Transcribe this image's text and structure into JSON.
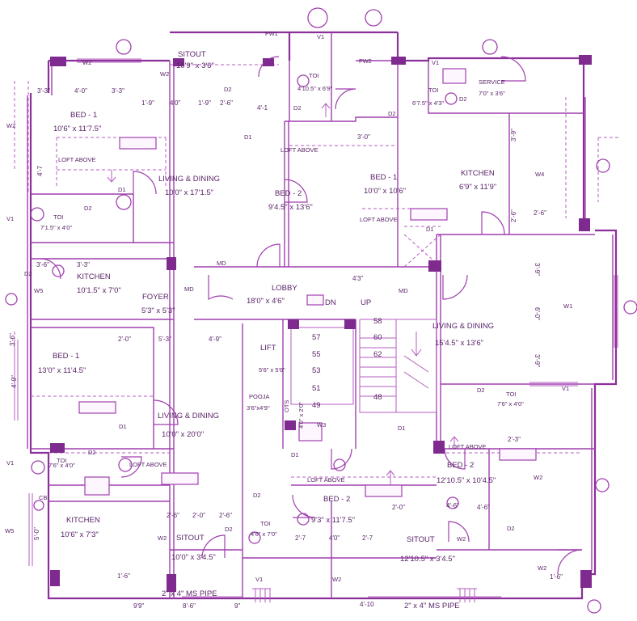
{
  "colors": {
    "line": "#8b2f9a",
    "text": "#5a2468",
    "background": "#ffffff"
  },
  "rooms": [
    {
      "name": "BED - 1",
      "size": "10'6\" x 11'7.5\""
    },
    {
      "name": "SITOUT",
      "size": "10'9\" x 3'6\""
    },
    {
      "name": "LIVING & DINING",
      "size": "10'0\" x 17'1.5\""
    },
    {
      "name": "BED - 2",
      "size": "9'4.5\" x 13'6\""
    },
    {
      "name": "TOI",
      "size": "4'10.5\" x 6'9\""
    },
    {
      "name": "TOI",
      "size": "6'7.5\" x 4'3\""
    },
    {
      "name": "SERVICE",
      "size": "7'0\" x 3'6\""
    },
    {
      "name": "BED - 1",
      "size": "10'0\" x 10'6\""
    },
    {
      "name": "KITCHEN",
      "size": "6'9\" x 11'9\""
    },
    {
      "name": "TOI",
      "size": "7'1.5\" x 4'0\""
    },
    {
      "name": "KITCHEN",
      "size": "10'1.5\" x 7'0\""
    },
    {
      "name": "FOYER",
      "size": "5'3\" x 5'3\""
    },
    {
      "name": "LOBBY",
      "size": "18'0\" x 4'6\""
    },
    {
      "name": "LIVING & DINING",
      "size": "15'4.5\" x 13'6\""
    },
    {
      "name": "BED - 1",
      "size": "13'0\" x 11'4.5\""
    },
    {
      "name": "LIFT",
      "size": "5'6\" x 5'6\""
    },
    {
      "name": "POOJA",
      "size": "3'6\"x4'9\""
    },
    {
      "name": "OTS",
      "size": "4'0\" x 2'0\""
    },
    {
      "name": "LIVING & DINING",
      "size": "10'0\" x 20'0\""
    },
    {
      "name": "TOI",
      "size": "7'6\" x 4'0\""
    },
    {
      "name": "TOI",
      "size": "7'6\" x 4'0\""
    },
    {
      "name": "BED - 2",
      "size": "12'10.5\" x 10'4.5\""
    },
    {
      "name": "KITCHEN",
      "size": "10'6\" x 7'3\""
    },
    {
      "name": "SITOUT",
      "size": "10'0\" x 3'4.5\""
    },
    {
      "name": "TOI",
      "size": "4'6\" x 7'0\""
    },
    {
      "name": "BED - 2",
      "size": "9'3\" x 11'7.5\""
    },
    {
      "name": "SITOUT",
      "size": "12'10.5\" x 3'4.5\""
    }
  ],
  "tags": {
    "w1": "W1",
    "w2": "W2",
    "w3": "W3",
    "w4": "W4",
    "w5": "W5",
    "v1": "V1",
    "d1": "D1",
    "d2": "D2",
    "md": "MD",
    "fw1": "FW1",
    "fw2": "FW2",
    "cb": "CB",
    "dn": "DN",
    "up": "UP",
    "loft": "LOFT ABOVE"
  },
  "stairs": [
    "57",
    "55",
    "53",
    "51",
    "49",
    "58",
    "60",
    "62",
    "48"
  ],
  "dimensions": [
    "4'-0\"",
    "3'-3\"",
    "1'-9\"",
    "4'0\"",
    "1'-9\"",
    "2'-6\"",
    "4'-1",
    "3'-0\"",
    "2'-6\"",
    "3'-6\"",
    "3'-3\"",
    "2'-0\"",
    "5'-3\"",
    "4'-9\"",
    "4'3\"",
    "3'-9\"",
    "6'-0\"",
    "3'-9\"",
    "2'-3\"",
    "2'-0\"",
    "4'-6\"",
    "2'-0\"",
    "2'-6\"",
    "2'-7",
    "4'0\"",
    "2'-7",
    "4'-6\"",
    "2'-6\"",
    "1'-6\"",
    "1'-6\"",
    "9'9\"",
    "8'-6\"",
    "9\"",
    "4'-10",
    "3'-3\"",
    "4'-7",
    "5'-0\"",
    "4'-9\"",
    "3'-6\"",
    "3'-9\"",
    "2'-6\""
  ],
  "notes": {
    "ms_pipe_left": "2\" x 4\" MS PIPE",
    "ms_pipe_right": "2\" x 4\" MS PIPE"
  }
}
